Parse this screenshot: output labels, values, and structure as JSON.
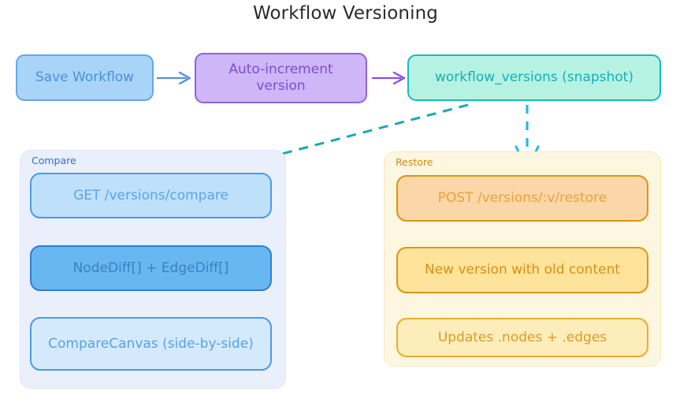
{
  "title": "Workflow Versioning",
  "flow": {
    "top_row": [
      {
        "id": "save-workflow",
        "label": "Save Workflow"
      },
      {
        "id": "auto-increment",
        "label": "Auto-increment version"
      },
      {
        "id": "workflow-versions",
        "label": "workflow_versions (snapshot)"
      }
    ],
    "clusters": [
      {
        "id": "compare",
        "label": "Compare",
        "nodes": [
          {
            "id": "get-compare",
            "label": "GET /versions/compare"
          },
          {
            "id": "nodediff",
            "label": "NodeDiff[] + EdgeDiff[]"
          },
          {
            "id": "comparecanvas",
            "label": "CompareCanvas (side-by-side)"
          }
        ]
      },
      {
        "id": "restore",
        "label": "Restore",
        "nodes": [
          {
            "id": "post-restore",
            "label": "POST /versions/:v/restore"
          },
          {
            "id": "new-version",
            "label": "New version with old content"
          },
          {
            "id": "updates",
            "label": "Updates .nodes + .edges"
          }
        ]
      }
    ],
    "edges": [
      {
        "id": "save-to-auto",
        "from": "save-workflow",
        "to": "auto-increment",
        "style": "solid",
        "color": "#5b8fd4"
      },
      {
        "id": "auto-to-versions",
        "from": "auto-increment",
        "to": "workflow-versions",
        "style": "solid",
        "color": "#8e4fdc"
      },
      {
        "id": "versions-to-compare",
        "from": "workflow-versions",
        "to": "compare",
        "style": "dashed",
        "color": "#17a9b8"
      },
      {
        "id": "versions-to-restore",
        "from": "workflow-versions",
        "to": "restore",
        "style": "dashed",
        "color": "#29b6e8"
      },
      {
        "id": "compare-step-1",
        "from": "get-compare",
        "to": "nodediff",
        "style": "solid",
        "color": "#4b9ae4"
      },
      {
        "id": "compare-step-2",
        "from": "nodediff",
        "to": "comparecanvas",
        "style": "solid",
        "color": "#4b9ae4"
      },
      {
        "id": "restore-step-1",
        "from": "post-restore",
        "to": "new-version",
        "style": "solid",
        "color": "#f0a124"
      },
      {
        "id": "restore-step-2",
        "from": "new-version",
        "to": "updates",
        "style": "solid",
        "color": "#f0a124"
      }
    ]
  },
  "colors": {
    "background": "#ffffff",
    "title_text": "#2b2b2b",
    "blue_fill": "#a8d4f7",
    "blue_border": "#64a8e8",
    "purple_fill": "#ceb6f7",
    "purple_border": "#9360e0",
    "teal_fill": "#b6f2e2",
    "teal_border": "#18b9c4",
    "compare_cluster_fill": "#eaeffc",
    "restore_cluster_fill": "#fdf6e0",
    "orange_border": "#e09412"
  }
}
